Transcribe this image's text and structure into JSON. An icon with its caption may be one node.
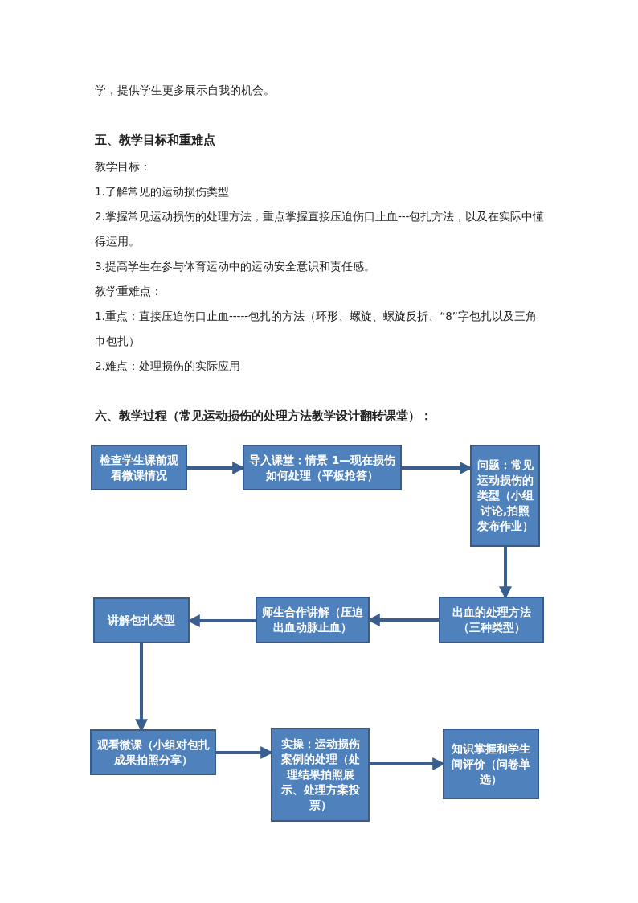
{
  "diagram": {
    "nodes": [
      {
        "text": [
          "检查学生课前观看微课情况"
        ]
      },
      {
        "text": [
          "导入课堂：情景 1—现在损伤如何处理（平板抢答）"
        ]
      },
      {
        "text": [
          "问题：常见运动损伤的类型（小组讨论,拍照发布作业）"
        ]
      },
      {
        "text": [
          "出血的处理方法（三种类型）"
        ]
      },
      {
        "text": [
          "师生合作讲解（压迫出血动脉止血）"
        ]
      },
      {
        "text": [
          "讲解包扎类型"
        ]
      },
      {
        "text": [
          "观看微课（小组对包扎成果拍照分享）"
        ]
      },
      {
        "text": [
          "实操：运动损伤案例的处理（处理结果拍照展示、处理方案投票）"
        ]
      },
      {
        "text": [
          "知识掌握和学生间评价（问卷单选）"
        ]
      }
    ],
    "edges": [
      {
        "from": 0,
        "to": 1,
        "arrow": "to"
      },
      {
        "from": 1,
        "to": 2,
        "arrow": "to"
      },
      {
        "from": 2,
        "to": 3,
        "arrow": "to"
      },
      {
        "from": 3,
        "to": 4,
        "arrow": "to"
      },
      {
        "from": 4,
        "to": 5,
        "arrow": "to"
      },
      {
        "from": 5,
        "to": 6,
        "arrow": "to"
      },
      {
        "from": 6,
        "to": 7,
        "arrow": "to"
      },
      {
        "from": 7,
        "to": 8,
        "arrow": "to"
      }
    ],
    "labels": [
      "学，提供学生更多展示自我的机会。",
      "五、教学目标和重难点",
      "教学目标：",
      "1.了解常见的运动损伤类型",
      "2.掌握常见运动损伤的处理方法，重点掌握直接压迫伤口止血---包扎方法，以及在实际中懂得运用。",
      "3.提高学生在参与体育运动中的运动安全意识和责任感。",
      "教学重难点：",
      "1.重点：直接压迫伤口止血-----包扎的方法（环形、螺旋、螺旋反折、“8”字包扎以及三角巾包扎）",
      "2.难点：处理损伤的实际应用",
      "六、教学过程（常见运动损伤的处理方法教学设计翻转课堂）："
    ]
  }
}
